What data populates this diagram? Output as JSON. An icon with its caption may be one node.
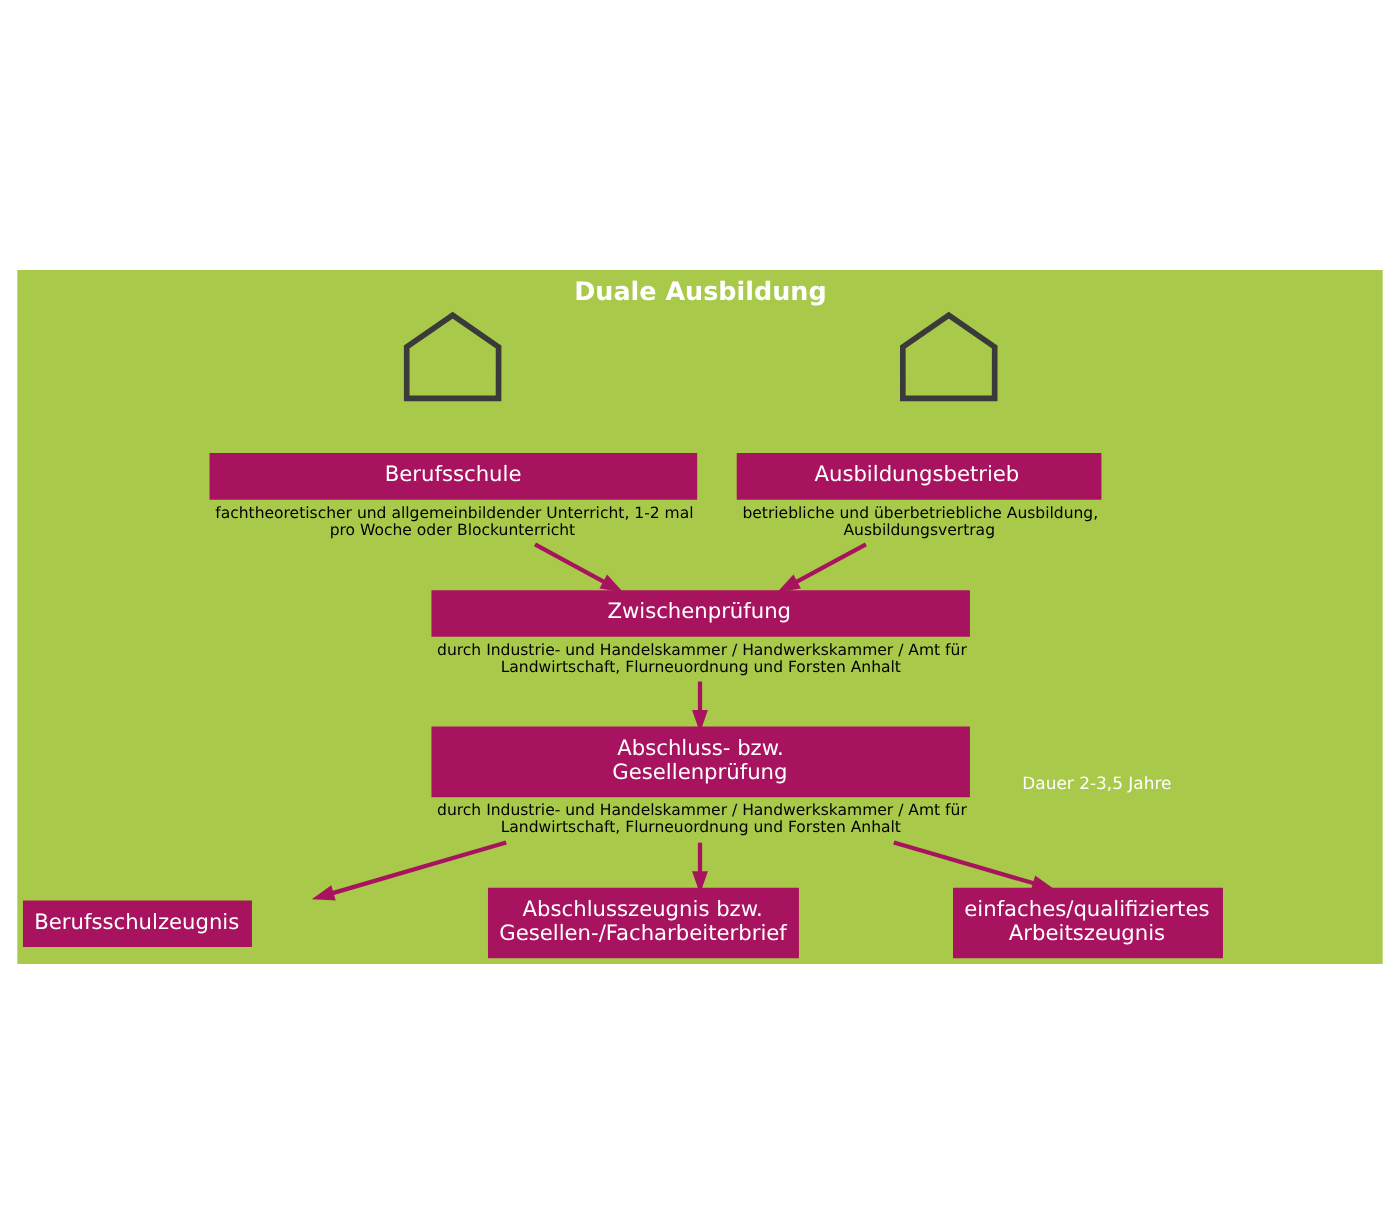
{
  "diagram": {
    "title": "Duale Ausbildung",
    "nodes": [
      {
        "text": [],
        "shape": "house"
      },
      {
        "text": [],
        "shape": "house"
      },
      {
        "text": [
          "Berufsschule"
        ],
        "beside": [
          "fachtheoretischer und allgemeinbildender Unterricht, 1-2 mal pro Woche oder Blockunterricht"
        ]
      },
      {
        "text": [
          "Ausbildungsbetrieb"
        ],
        "beside": [
          "betriebliche und überbetriebliche Ausbildung, Ausbildungsvertrag"
        ]
      },
      {
        "text": [
          "Zwischenprüfung"
        ],
        "beside": [
          "durch Industrie- und Handelskammer / Handwerkskammer / Amt für Landwirtschaft, Flurneuordnung und Forsten Anhalt"
        ]
      },
      {
        "text": [
          "Abschluss- bzw. Gesellenprüfung"
        ],
        "beside": [
          "durch Industrie- und Handelskammer / Handwerkskammer / Amt für Landwirtschaft, Flurneuordnung und Forsten Anhalt"
        ]
      },
      {
        "text": [
          "Berufsschulzeugnis"
        ]
      },
      {
        "text": [
          "Abschlusszeugnis bzw. Gesellen-/Facharbeiterbrief"
        ]
      },
      {
        "text": [
          "einfaches/qualifiziertes Arbeitszeugnis"
        ]
      }
    ],
    "edges": [
      {
        "from": 2,
        "to": 4,
        "arrow": "to"
      },
      {
        "from": 3,
        "to": 4,
        "arrow": "to"
      },
      {
        "from": 4,
        "to": 5,
        "arrow": "to"
      },
      {
        "from": 5,
        "to": 6,
        "arrow": "to"
      },
      {
        "from": 5,
        "to": 7,
        "arrow": "to"
      },
      {
        "from": 5,
        "to": 8,
        "arrow": "to"
      }
    ],
    "labels": [
      "Dauer 2-3,5 Jahre"
    ]
  }
}
